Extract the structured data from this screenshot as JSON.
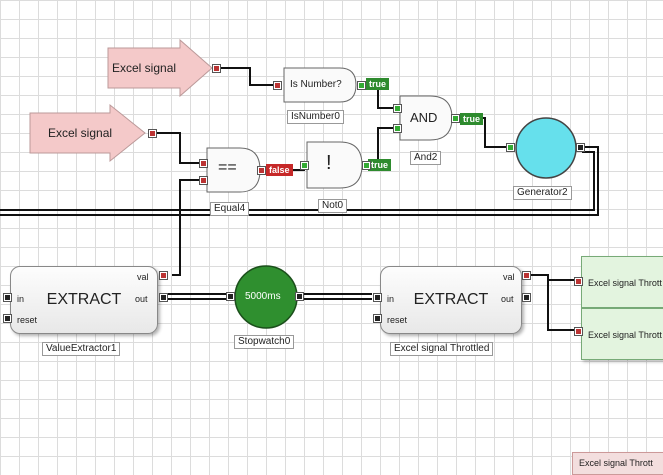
{
  "signals": [
    {
      "label": "Excel signal"
    },
    {
      "label": "Excel signal"
    }
  ],
  "nodes": {
    "isnumber": {
      "text": "Is Number?",
      "label": "IsNumber0"
    },
    "equal": {
      "text": "==",
      "label": "Equal4"
    },
    "not": {
      "text": "!",
      "label": "Not0"
    },
    "and": {
      "text": "AND",
      "label": "And2"
    },
    "generator": {
      "label": "Generator2"
    },
    "stopwatch": {
      "text": "5000ms",
      "label": "Stopwatch0"
    },
    "extract1": {
      "title": "EXTRACT",
      "label": "ValueExtractor1",
      "in": "in",
      "reset": "reset",
      "val": "val",
      "out": "out"
    },
    "extract2": {
      "title": "EXTRACT",
      "label": "Excel signal Throttled",
      "in": "in",
      "reset": "reset",
      "val": "val",
      "out": "out"
    }
  },
  "badges": {
    "isnumber_out": "true",
    "equal_out": "false",
    "not_out": "true",
    "and_out": "true"
  },
  "outputs": [
    {
      "label": "Excel signal Thrott"
    },
    {
      "label": "Excel signal Thrott"
    },
    {
      "label": "Excel signal Thrott"
    }
  ],
  "colors": {
    "signal_fill": "#f4c9c9",
    "generator_fill": "#66e0ec",
    "stopwatch_fill": "#2f8f2f",
    "badge_true": "#2e8b2e",
    "badge_false": "#c62828",
    "output_fill": "#e3f4df"
  }
}
